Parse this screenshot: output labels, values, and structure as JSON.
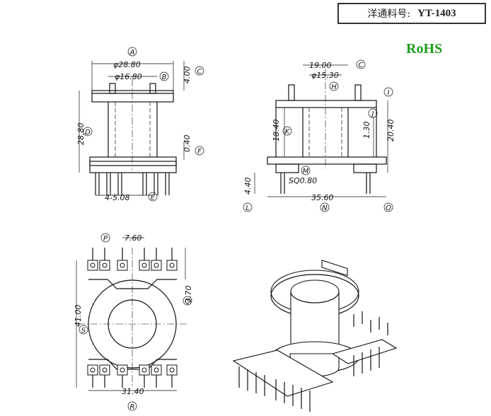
{
  "header": {
    "label": "洋通料号:",
    "part_no": "YT-1403"
  },
  "rohs": "RoHS",
  "front_view": {
    "dim_outer": "φ28.80",
    "dim_inner": "φ16.80",
    "dim_top": "4.00",
    "dim_height": "28.80",
    "dim_flange": "0.40",
    "dim_pitch": "4-5.08",
    "tags": {
      "A": "A",
      "B": "B",
      "C": "C",
      "D": "D",
      "E": "E",
      "F": "F"
    }
  },
  "side_view": {
    "dim_width": "19.00",
    "dim_inner": "φ15.30",
    "dim_height": "18.40",
    "dim_j": "1.30",
    "dim_total": "20.40",
    "dim_pin_sq": "SQ0.80",
    "dim_pin_len": "4.40",
    "dim_span": "35.60",
    "tags": {
      "C": "C",
      "H": "H",
      "I": "I",
      "J": "J",
      "K": "K",
      "M": "M",
      "L": "L",
      "N": "N",
      "O": "O"
    }
  },
  "bottom_view": {
    "dim_p": "7.60",
    "dim_q": "3.70",
    "dim_s": "41.00",
    "dim_r": "31.40",
    "tags": {
      "P": "P",
      "Q": "Q",
      "S": "S",
      "R": "R"
    }
  },
  "colors": {
    "rohs": "#1e9e1e",
    "line": "#111111",
    "frame": "#333333"
  }
}
